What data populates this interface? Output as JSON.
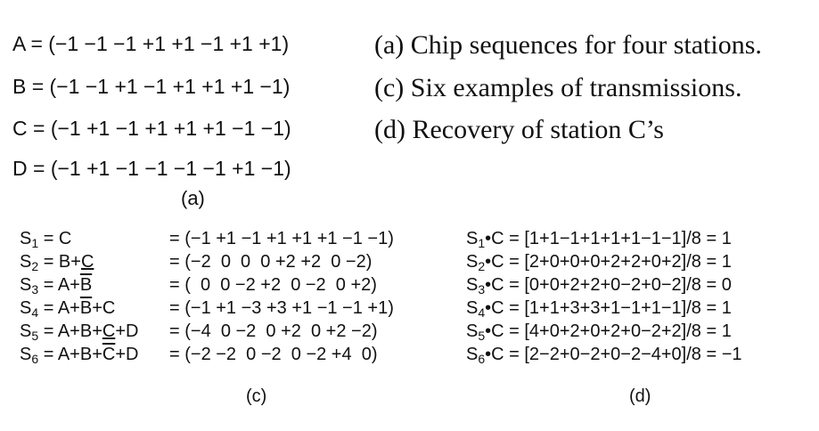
{
  "sequences": [
    {
      "label": "A",
      "text": "A = (−1 −1 −1 +1 +1 −1 +1 +1)"
    },
    {
      "label": "B",
      "text": "B = (−1 −1 +1 −1 +1 +1 +1 −1)"
    },
    {
      "label": "C",
      "text": "C = (−1 +1 −1 +1 +1 +1 −1 −1)"
    },
    {
      "label": "D",
      "text": "D = (−1 +1 −1 −1 −1 −1 +1 −1)"
    }
  ],
  "caption_a": "(a)",
  "notes": [
    "(a) Chip sequences for four stations.",
    "(c) Six examples of transmissions.",
    "(d) Recovery of station C’s"
  ],
  "transmissions": [
    {
      "s": "S",
      "sub": "1",
      "eq_pre": " = C",
      "eq_mark": "",
      "eq_mark_style": "",
      "eq_post": "",
      "vector": "= (−1 +1 −1 +1 +1 +1 −1 −1)",
      "dot_pre": "S",
      "dot_sub": "1",
      "dot_expr": "•C = [1+1−1+1+1+1−1−1]/8 = 1"
    },
    {
      "s": "S",
      "sub": "2",
      "eq_pre": " = B+",
      "eq_mark": "C",
      "eq_mark_style": "underline",
      "eq_post": "",
      "vector": "= (−2  0  0  0 +2 +2  0 −2)",
      "dot_pre": "S",
      "dot_sub": "2",
      "dot_expr": "•C = [2+0+0+0+2+2+0+2]/8 = 1"
    },
    {
      "s": "S",
      "sub": "3",
      "eq_pre": " = A+",
      "eq_mark": "B",
      "eq_mark_style": "overline",
      "eq_post": "",
      "vector": "= (  0  0 −2 +2  0 −2  0 +2)",
      "dot_pre": "S",
      "dot_sub": "3",
      "dot_expr": "•C = [0+0+2+2+0−2+0−2]/8 = 0"
    },
    {
      "s": "S",
      "sub": "4",
      "eq_pre": " = A+",
      "eq_mark": "B",
      "eq_mark_style": "overline",
      "eq_post": "+C",
      "vector": "= (−1 +1 −3 +3 +1 −1 −1 +1)",
      "dot_pre": "S",
      "dot_sub": "4",
      "dot_expr": "•C = [1+1+3+3+1−1+1−1]/8 = 1"
    },
    {
      "s": "S",
      "sub": "5",
      "eq_pre": " = A+B+",
      "eq_mark": "C",
      "eq_mark_style": "underline",
      "eq_post": "+D",
      "vector": "= (−4  0 −2  0 +2  0 +2 −2)",
      "dot_pre": "S",
      "dot_sub": "5",
      "dot_expr": "•C = [4+0+2+0+2+0−2+2]/8 = 1"
    },
    {
      "s": "S",
      "sub": "6",
      "eq_pre": " = A+B+",
      "eq_mark": "C",
      "eq_mark_style": "overline",
      "eq_post": "+D",
      "vector": "= (−2 −2  0 −2  0 −2 +4  0)",
      "dot_pre": "S",
      "dot_sub": "6",
      "dot_expr": "•C = [2−2+0−2+0−2−4+0]/8 = −1"
    }
  ],
  "caption_c": "(c)",
  "caption_d": "(d)"
}
